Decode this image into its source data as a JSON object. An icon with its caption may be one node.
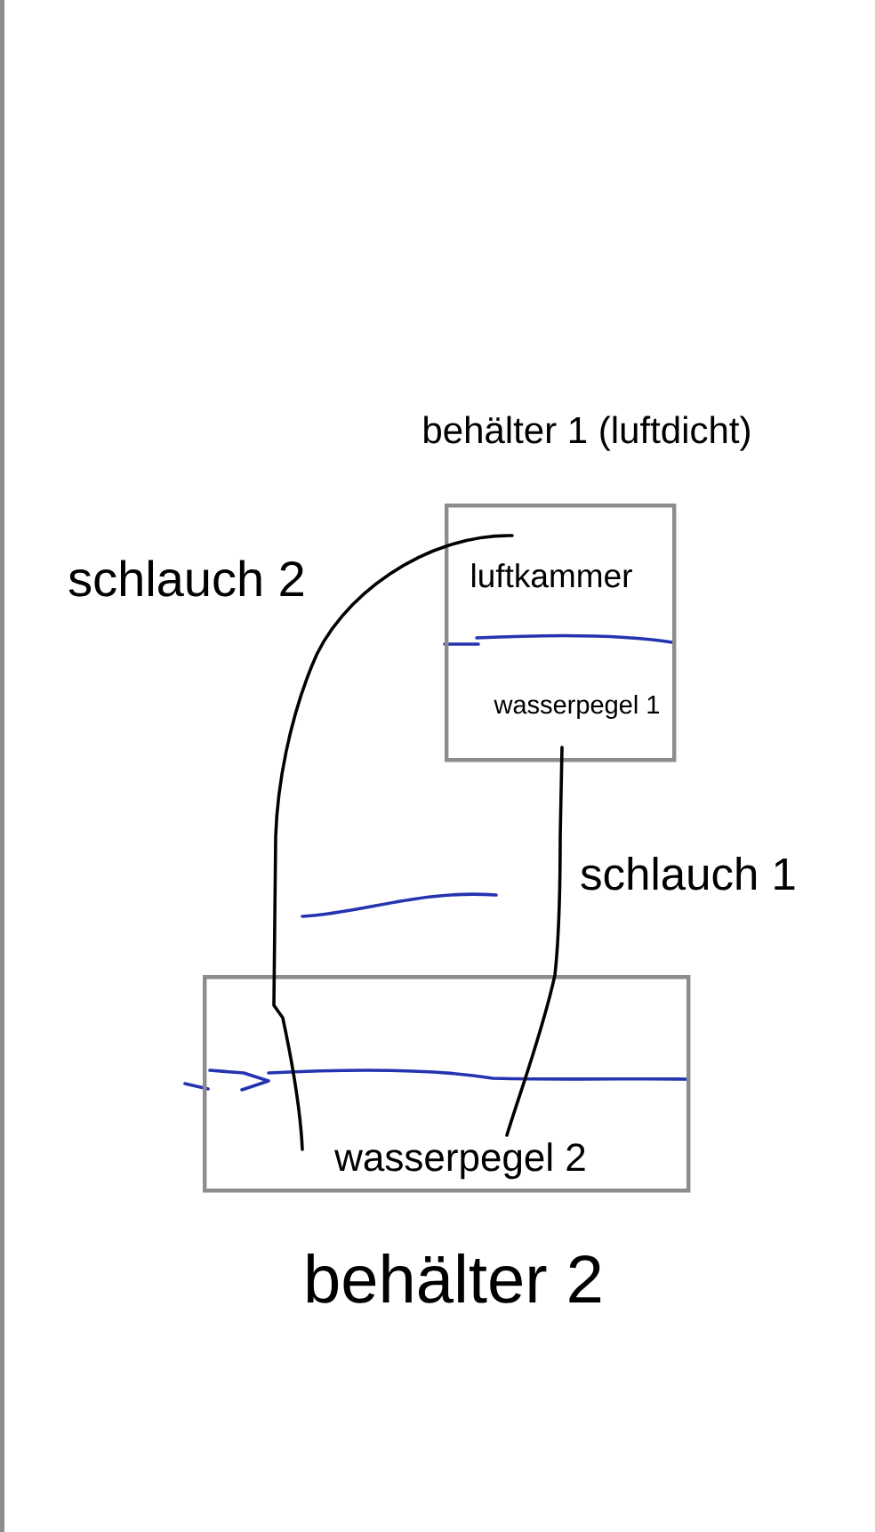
{
  "diagram": {
    "nodes": [
      {
        "text": [
          "behälter 1 (luftdicht)",
          "luftkammer",
          "wasserpegel 1"
        ]
      },
      {
        "text": [
          "wasserpegel 2",
          "behälter 2"
        ]
      }
    ],
    "edges": [
      {
        "from": 0,
        "to": 1,
        "arrow": "none",
        "label": "schlauch 2"
      },
      {
        "from": 0,
        "to": 1,
        "arrow": "none",
        "label": "schlauch 1"
      }
    ]
  }
}
